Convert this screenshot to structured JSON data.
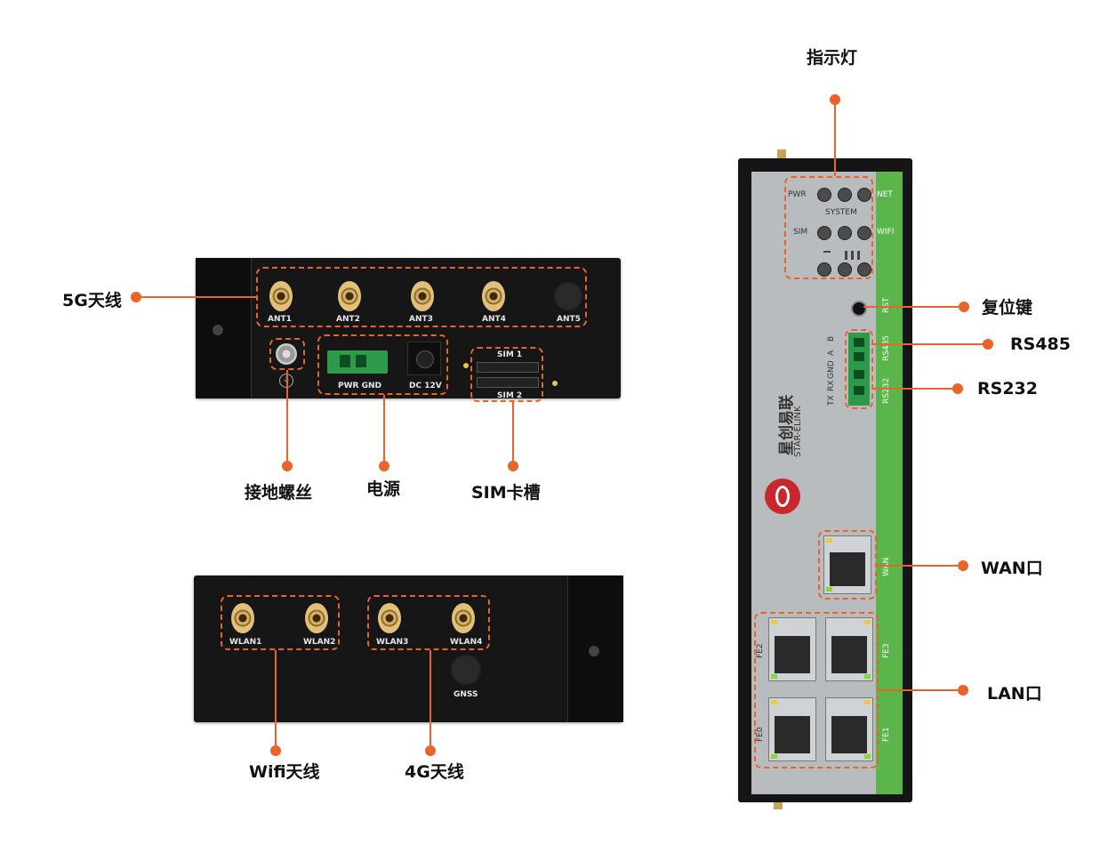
{
  "callouts": {
    "indicator": "指示灯",
    "reset": "复位键",
    "rs485": "RS485",
    "rs232": "RS232",
    "wan": "WAN口",
    "lan": "LAN口",
    "ant5g": "5G天线",
    "ground": "接地螺丝",
    "power": "电源",
    "sim": "SIM卡槽",
    "wifi": "Wifi天线",
    "ant4g": "4G天线"
  },
  "top_panel": {
    "antennas": [
      "ANT1",
      "ANT2",
      "ANT3",
      "ANT4",
      "ANT5"
    ],
    "pwr_gnd": "PWR GND",
    "dc": "DC 12V",
    "sim1": "SIM 1",
    "sim2": "SIM 2"
  },
  "bottom_panel": {
    "antennas": [
      "WLAN1",
      "WLAN2",
      "WLAN3",
      "WLAN4"
    ],
    "gnss": "GNSS"
  },
  "device": {
    "pwr": "PWR",
    "net": "NET",
    "system": "SYSTEM",
    "sim": "SIM",
    "wifi": "WIFI",
    "rst": "RST",
    "rs485": "RS485",
    "rs232": "RS232",
    "b": "B",
    "a": "A",
    "gnd": "GND",
    "rx": "RX",
    "tx": "TX",
    "wan": "WAN",
    "fe0": "FE0",
    "fe1": "FE1",
    "fe2": "FE2",
    "fe3": "FE3",
    "brand": "星创易联",
    "brand_en": "STAR-ELINK"
  },
  "colors": {
    "accent": "#e8642a",
    "strip": "#5ab54a",
    "panel": "#161616",
    "device_face": "#b9bcbe"
  }
}
